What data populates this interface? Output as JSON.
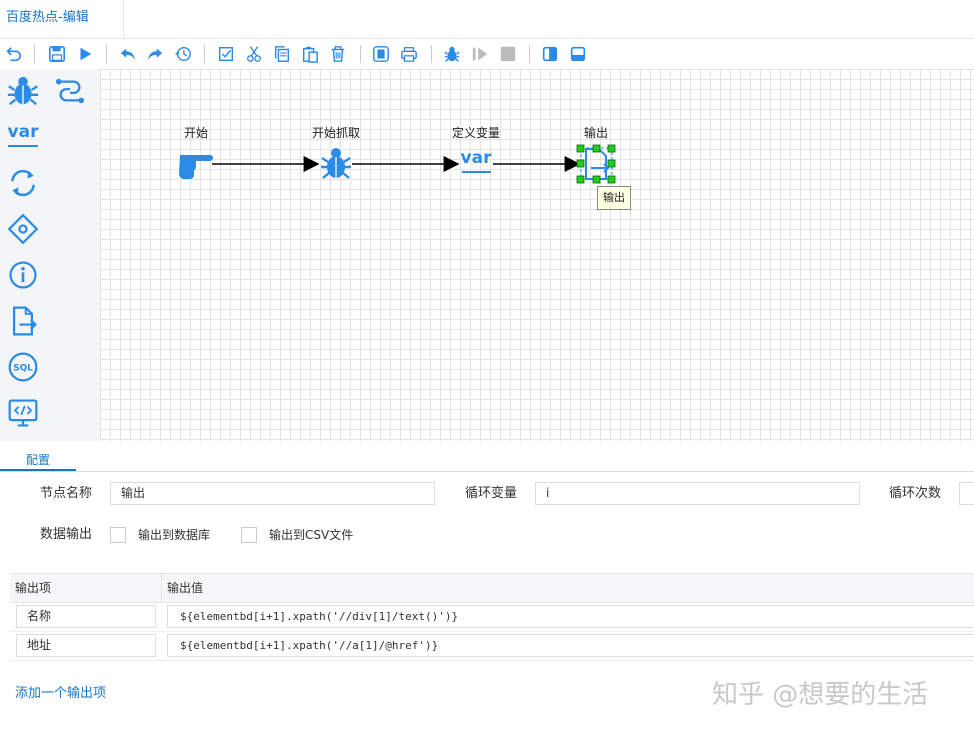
{
  "tab": {
    "title": "百度热点-编辑"
  },
  "toolbar": {
    "icons": [
      "undo-icon",
      "save-icon",
      "run-icon",
      "undo-arrow-icon",
      "redo-arrow-icon",
      "history-icon",
      "select-all-icon",
      "cut-icon",
      "copy-icon",
      "paste-icon",
      "delete-icon",
      "export-icon",
      "print-icon",
      "debug-icon",
      "step-icon",
      "stop-icon",
      "panel-left-icon",
      "panel-bottom-icon"
    ]
  },
  "palette": {
    "var_label": "var",
    "sql_label": "SQL"
  },
  "flow": {
    "nodes": [
      {
        "label": "开始",
        "icon": "hand-pointer-icon"
      },
      {
        "label": "开始抓取",
        "icon": "bug-icon"
      },
      {
        "label": "定义变量",
        "icon": "var-icon",
        "icon_text": "var"
      },
      {
        "label": "输出",
        "icon": "output-icon"
      }
    ],
    "tooltip": "输出"
  },
  "config": {
    "tab_label": "配置",
    "node_name_label": "节点名称",
    "node_name_value": "输出",
    "loop_var_label": "循环变量",
    "loop_var_value": "i",
    "loop_count_label": "循环次数",
    "data_output_label": "数据输出",
    "to_db_label": "输出到数据库",
    "to_csv_label": "输出到CSV文件",
    "table": {
      "col_item": "输出项",
      "col_value": "输出值",
      "rows": [
        {
          "item": "名称",
          "value": "${elementbd[i+1].xpath('//div[1]/text()')}"
        },
        {
          "item": "地址",
          "value": "${elementbd[i+1].xpath('//a[1]/@href')}"
        }
      ]
    },
    "add_link": "添加一个输出项"
  },
  "watermark": "知乎 @想要的生活",
  "colors": {
    "accent": "#1a73c9",
    "icon_blue": "#2b8be6",
    "handle_green": "#22cc22"
  }
}
